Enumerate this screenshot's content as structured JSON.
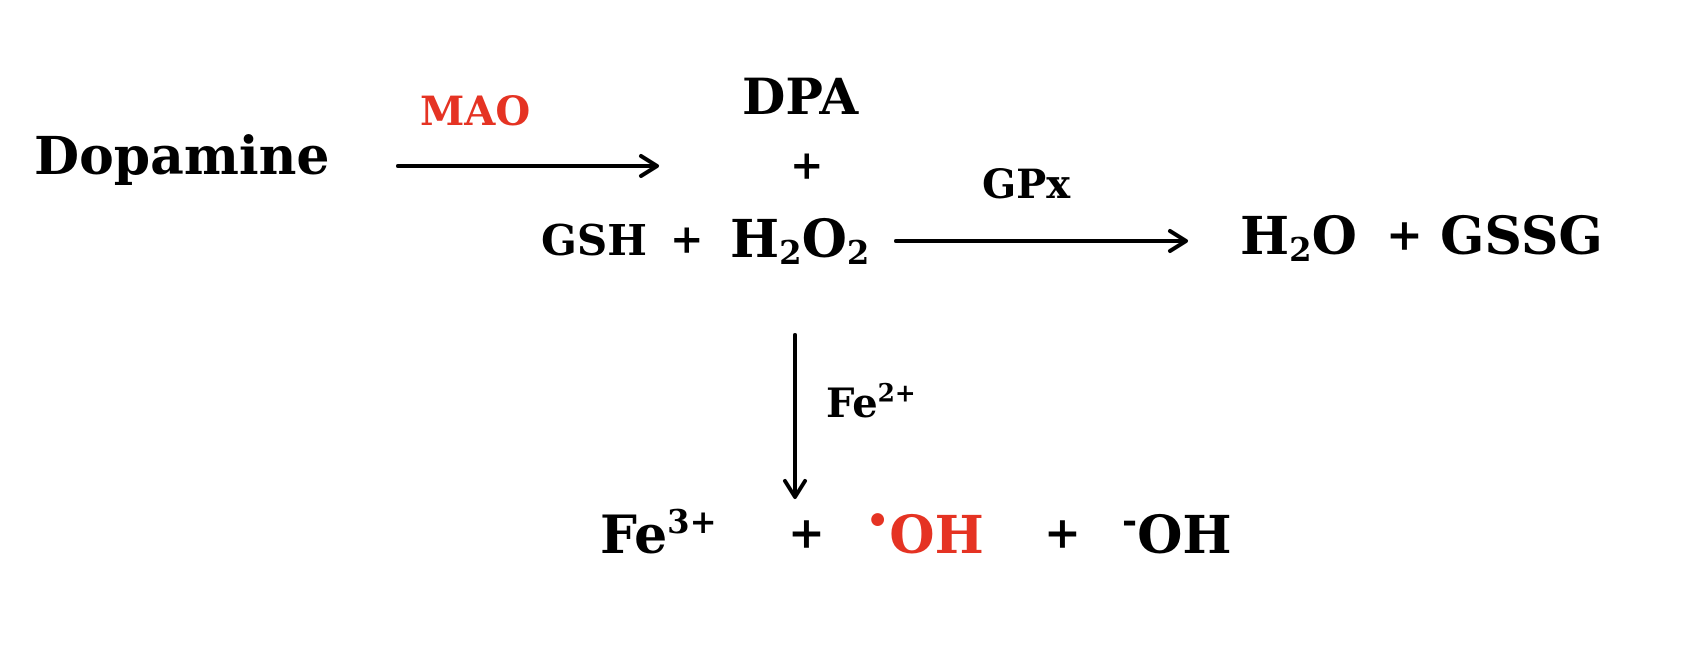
{
  "dopamine": "Dopamine",
  "mao": "MAO",
  "dpa": "DPA",
  "plus": "+",
  "gsh": "GSH",
  "h2o2": {
    "h": "H",
    "sub1": "2",
    "o": "O",
    "sub2": "2"
  },
  "gpx": "GPx",
  "h2o": {
    "h": "H",
    "sub": "2",
    "o": "O"
  },
  "gssg": "GSSG",
  "fe2": {
    "base": "Fe",
    "charge": "2+"
  },
  "fe3": {
    "base": "Fe",
    "charge": "3+"
  },
  "hydroxyl_radical": {
    "dot": "•",
    "text": "OH"
  },
  "hydroxide": {
    "minus": "-",
    "text": "OH"
  },
  "colors": {
    "text": "#000000",
    "highlight": "#e53323"
  }
}
